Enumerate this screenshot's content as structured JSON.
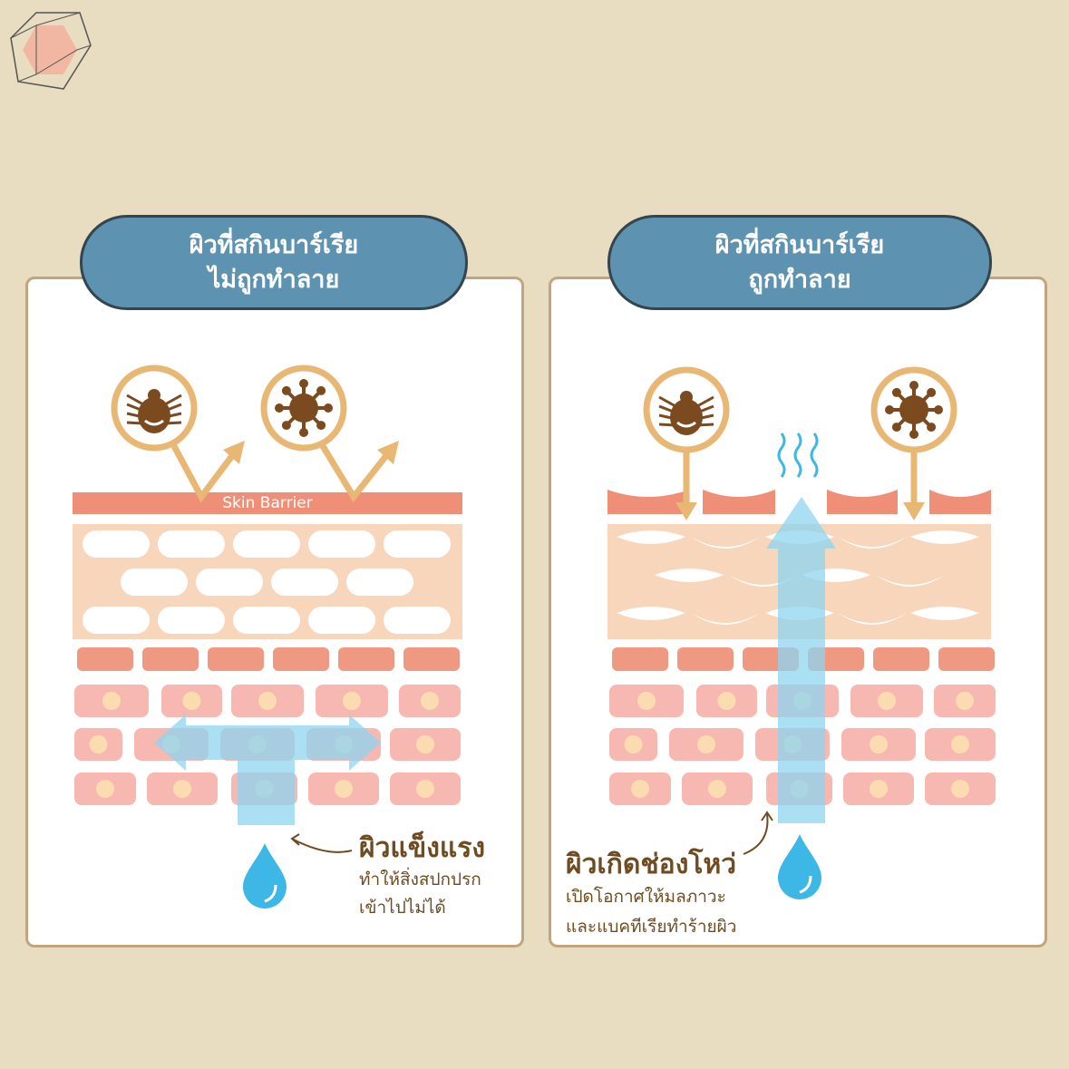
{
  "left_panel": {
    "title_line1": "ผิวที่สกินบาร์เรีย",
    "title_line2": "ไม่ถูกทำลาย",
    "barrier_label": "Skin Barrier",
    "caption_title": "ผิวแข็งแรง",
    "caption_line1": "ทำให้สิ่งสปกปรก",
    "caption_line2": "เข้าไปไม่ได้"
  },
  "right_panel": {
    "title_line1": "ผิวที่สกินบาร์เรีย",
    "title_line2": "ถูกทำลาย",
    "caption_title": "ผิวเกิดช่องโหว่",
    "caption_line1": "เปิดโอกาศให้มลภาวะ",
    "caption_line2": "และแบคทีเรียทำร้ายผิว"
  },
  "colors": {
    "background": "#e8ddc0",
    "header": "#5d93b0",
    "barrier": "#f08f78",
    "layer": "#f8d6bc",
    "cell": "#f6b8b0",
    "nucleus": "#fadcb0",
    "water": "#8dd4f0",
    "icon_ring": "#e9b774",
    "text": "#6e4c22"
  }
}
